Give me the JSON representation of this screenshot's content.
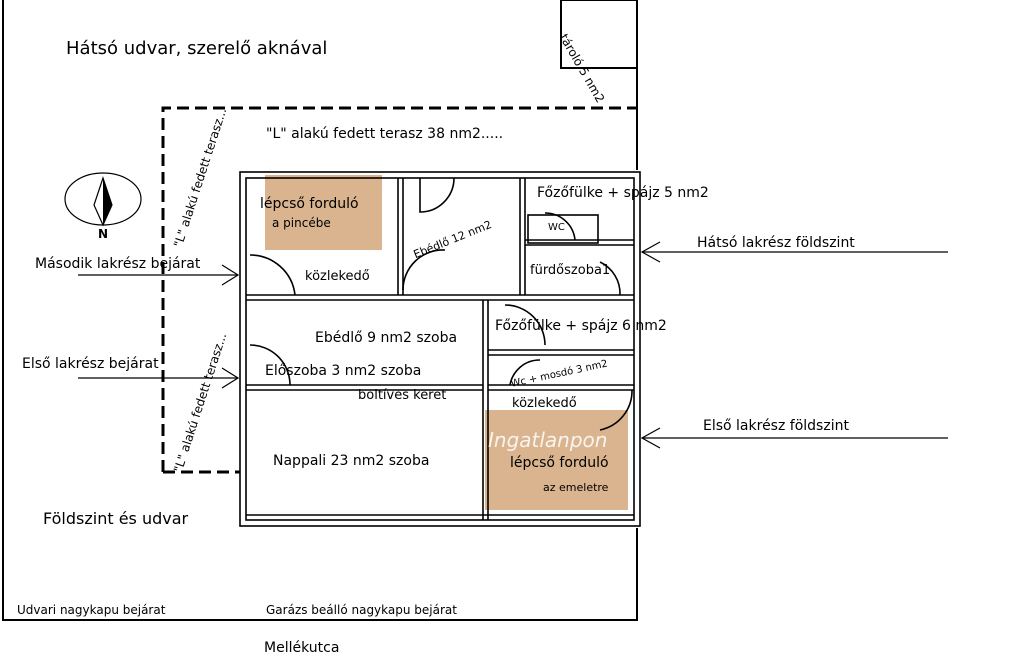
{
  "title": "Hátsó udvar, szerelő aknával",
  "storage": "tároló 5 nm2",
  "terrace_top": "\"L\" alakú fedett terasz 38 nm2.....",
  "terrace_left_upper": "\"L\" alakú fedett terasz...",
  "terrace_left_lower": "\"L\" alakú fedett terasz...",
  "compass_north": "N",
  "rooms": {
    "stair_upper": "lépcső forduló",
    "stair_upper_sub": "a pincébe",
    "corridor_upper": "közlekedő",
    "dining_upper": "Ebédlő 12 nm2",
    "kitchen_upper": "Főzőfülke + spájz 5 nm2",
    "wc_upper": "WC",
    "bathroom": "fürdőszoba1",
    "dining_lower": "Ebédlő 9 nm2 szoba",
    "kitchen_lower": "Főzőfülke + spájz 6 nm2",
    "wc_lower": "Wc + mosdó 3 nm2",
    "hall": "Előszoba 3 nm2 szoba",
    "arch": "boltíves keret",
    "corridor_lower": "közlekedő",
    "living": "Nappali 23 nm2 szoba",
    "stair_lower": "lépcső forduló",
    "stair_lower_sub": "az emeletre"
  },
  "labels": {
    "second_entrance": "Második lakrész bejárat",
    "first_entrance": "Első lakrész bejárat",
    "rear_ground": "Hátsó lakrész földszint",
    "front_ground": "Első lakrész földszint",
    "ground_yard": "Földszint és udvar",
    "yard_gate": "Udvari nagykapu bejárat",
    "garage_gate": "Garázs beálló nagykapu bejárat",
    "side_street": "Mellékutca"
  },
  "watermark": "Ingatlanpon",
  "colors": {
    "stair": "#d9b48f",
    "line": "#000000",
    "background": "#ffffff"
  }
}
